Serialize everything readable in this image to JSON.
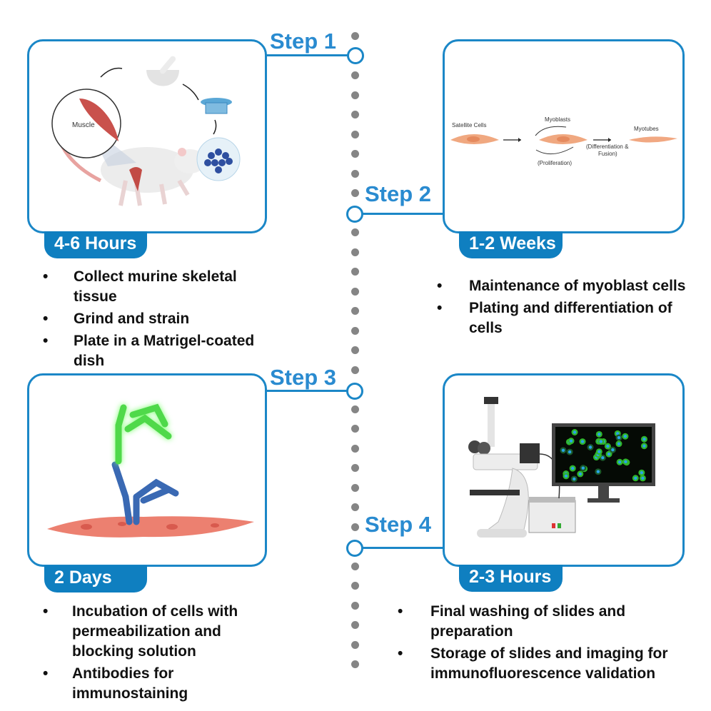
{
  "steps": [
    {
      "label": "Step 1",
      "duration": "4-6 Hours",
      "bullets": [
        "Collect murine skeletal tissue",
        "Grind and strain",
        "Plate in a Matrigel-coated dish"
      ],
      "illustration_labels": {
        "muscle": "Muscle"
      }
    },
    {
      "label": "Step 2",
      "duration": "1-2 Weeks",
      "bullets": [
        "Maintenance of myoblast cells",
        "Plating and differentiation of cells"
      ],
      "illustration_labels": {
        "satellite": "Satellite Cells",
        "myoblasts": "Myoblasts",
        "proliferation": "(Proliferation)",
        "myotubes": "Myotubes",
        "differentiation": "(Differentiation &",
        "fusion": "Fusion)"
      }
    },
    {
      "label": "Step 3",
      "duration": "2 Days",
      "bullets": [
        "Incubation of cells with permeabilization and blocking solution",
        "Antibodies for immunostaining"
      ]
    },
    {
      "label": "Step 4",
      "duration": "2-3 Hours",
      "bullets": [
        "Final washing of slides and preparation",
        "Storage of slides and imaging for immunofluorescence validation"
      ]
    }
  ],
  "bullet_char": "•",
  "colors": {
    "accent": "#1b87c7",
    "tab": "#0f7fc0",
    "step_text": "#2a8bd0",
    "timeline_dots": "#858585"
  }
}
